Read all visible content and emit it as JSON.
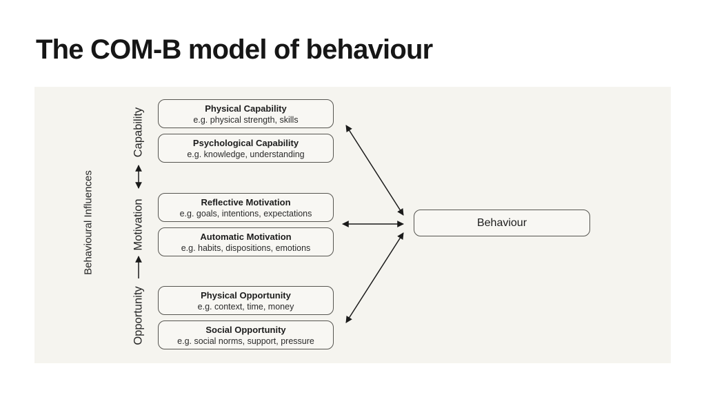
{
  "title": "The COM-B model of behaviour",
  "diagram": {
    "side_label": "Behavioural Influences",
    "categories": [
      {
        "label": "Capability"
      },
      {
        "label": "Motivation"
      },
      {
        "label": "Opportunity"
      }
    ],
    "boxes": [
      {
        "title": "Physical Capability",
        "subtitle": "e.g. physical strength, skills"
      },
      {
        "title": "Psychological Capability",
        "subtitle": "e.g. knowledge, understanding"
      },
      {
        "title": "Reflective Motivation",
        "subtitle": "e.g. goals, intentions, expectations"
      },
      {
        "title": "Automatic Motivation",
        "subtitle": "e.g. habits, dispositions, emotions"
      },
      {
        "title": "Physical Opportunity",
        "subtitle": "e.g.  context, time, money"
      },
      {
        "title": "Social Opportunity",
        "subtitle": "e.g. social norms, support, pressure"
      }
    ],
    "behaviour_label": "Behaviour",
    "arrow_notes": {
      "capability_motivation": "double-headed",
      "opportunity_motivation": "single-headed toward Motivation",
      "group_to_behaviour": "three double-headed arrows"
    },
    "colors": {
      "page_bg": "#ffffff",
      "panel_bg": "#f5f4ef",
      "box_bg": "#f8f7f3",
      "box_border": "#55544f",
      "text": "#1c1c1c",
      "arrow": "#1a1a1a"
    }
  }
}
